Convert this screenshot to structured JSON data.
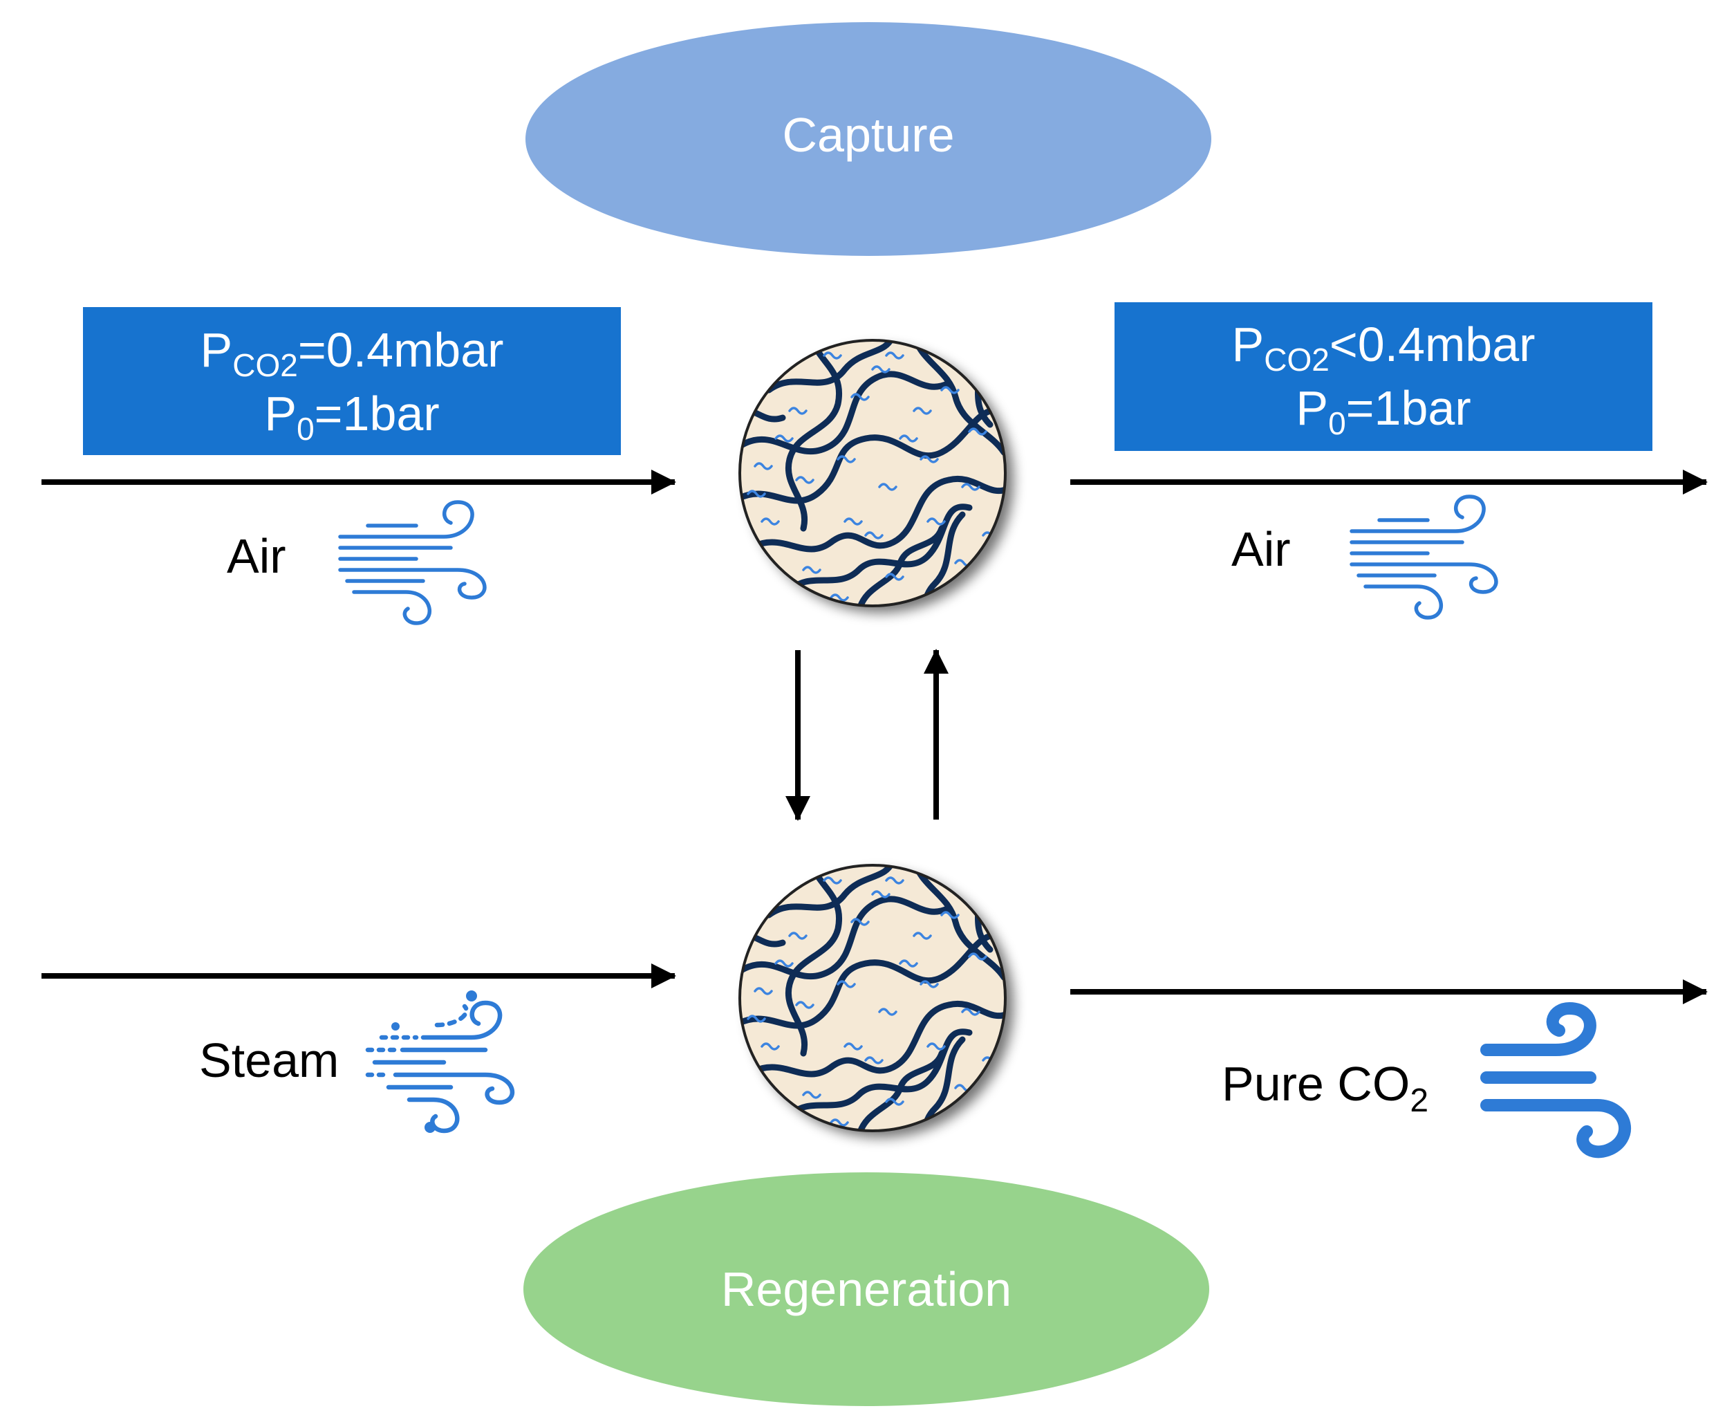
{
  "colors": {
    "capture_fill": "#85ABE0",
    "regeneration_fill": "#97D38C",
    "box_fill": "#1773CF",
    "box_text": "#FFFFFF",
    "icon_blue": "#2E7BD6",
    "arrow": "#000000",
    "sorbent_bg": "#F5E9D6",
    "sorbent_fiber": "#0E2C56",
    "sorbent_molecule": "#3C84E0"
  },
  "capture": {
    "label": "Capture"
  },
  "regeneration": {
    "label": "Regeneration"
  },
  "inlet_box": {
    "line1": {
      "p": "P",
      "sub": "CO2",
      "rest": "=0.4mbar"
    },
    "line2": {
      "p": "P",
      "sub": "0",
      "rest": "=1bar"
    }
  },
  "outlet_box": {
    "line1": {
      "p": "P",
      "sub": "CO2",
      "rest": "<0.4mbar"
    },
    "line2": {
      "p": "P",
      "sub": "0",
      "rest": "=1bar"
    }
  },
  "flows": {
    "air_in": {
      "label": "Air",
      "icon": "wind-icon"
    },
    "air_out": {
      "label": "Air",
      "icon": "wind-icon"
    },
    "steam_in": {
      "label": "Steam",
      "icon": "steam-icon"
    },
    "co2_out": {
      "label": "Pure CO",
      "sub": "2",
      "icon": "bold-wind-icon"
    }
  }
}
